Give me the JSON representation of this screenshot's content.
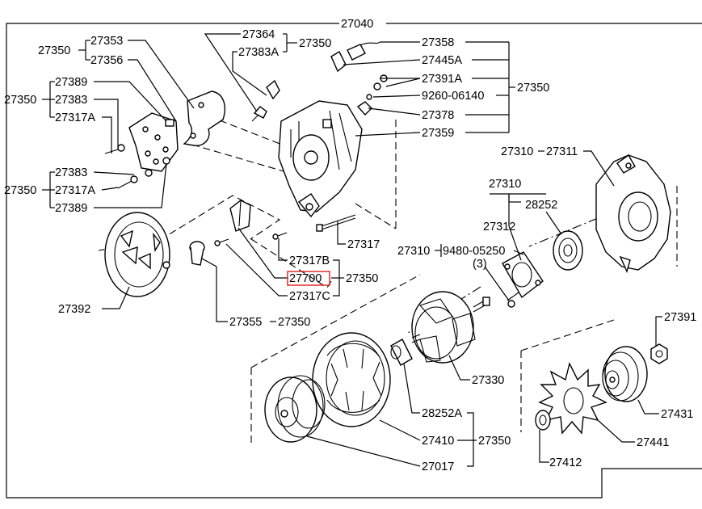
{
  "labels": {
    "main_assembly": "27040",
    "brush_group": "27350",
    "brush_holder": "27353",
    "brush_cover": "27356",
    "bracket_group": "27350",
    "part_27389": "27389",
    "part_27383": "27383",
    "part_27317a": "27317A",
    "lower_group": "27350",
    "lower_27383": "27383",
    "lower_27317a": "27317A",
    "lower_27389": "27389",
    "insulator": "27364",
    "insulator_group": "27350",
    "screw_27383a": "27383A",
    "terminal_27358": "27358",
    "clamp_27445a": "27445A",
    "nut_27391a": "27391A",
    "right_group": "27350",
    "washer_9260": "9260-06140",
    "bush_27378": "27378",
    "frame_27359": "27359",
    "drive_frame_27310": "27310",
    "drive_frame_27311": "27311",
    "sub_27310": "27310",
    "bearing_28252": "28252",
    "retainer_27312": "27312",
    "screw_group_27310": "27310",
    "screw_9480": "9480-05250",
    "qty_3": "(3)",
    "bolt_27317": "27317",
    "screw_27317b": "27317B",
    "regulator_27700": "27700",
    "regulator_group": "27350",
    "screw_27317c": "27317C",
    "rear_cover_27392": "27392",
    "plug_27355": "27355",
    "plug_group": "27350",
    "rotor_27330": "27330",
    "nut_27391": "27391",
    "pulley_27431": "27431",
    "bearing_28252a": "28252A",
    "stator_27410": "27410",
    "stator_group": "27350",
    "fan_27441": "27441",
    "spacer_27412": "27412",
    "pulley_27017": "27017"
  },
  "colors": {
    "line": "#000000",
    "highlight": "#e0201c",
    "background": "#ffffff"
  }
}
